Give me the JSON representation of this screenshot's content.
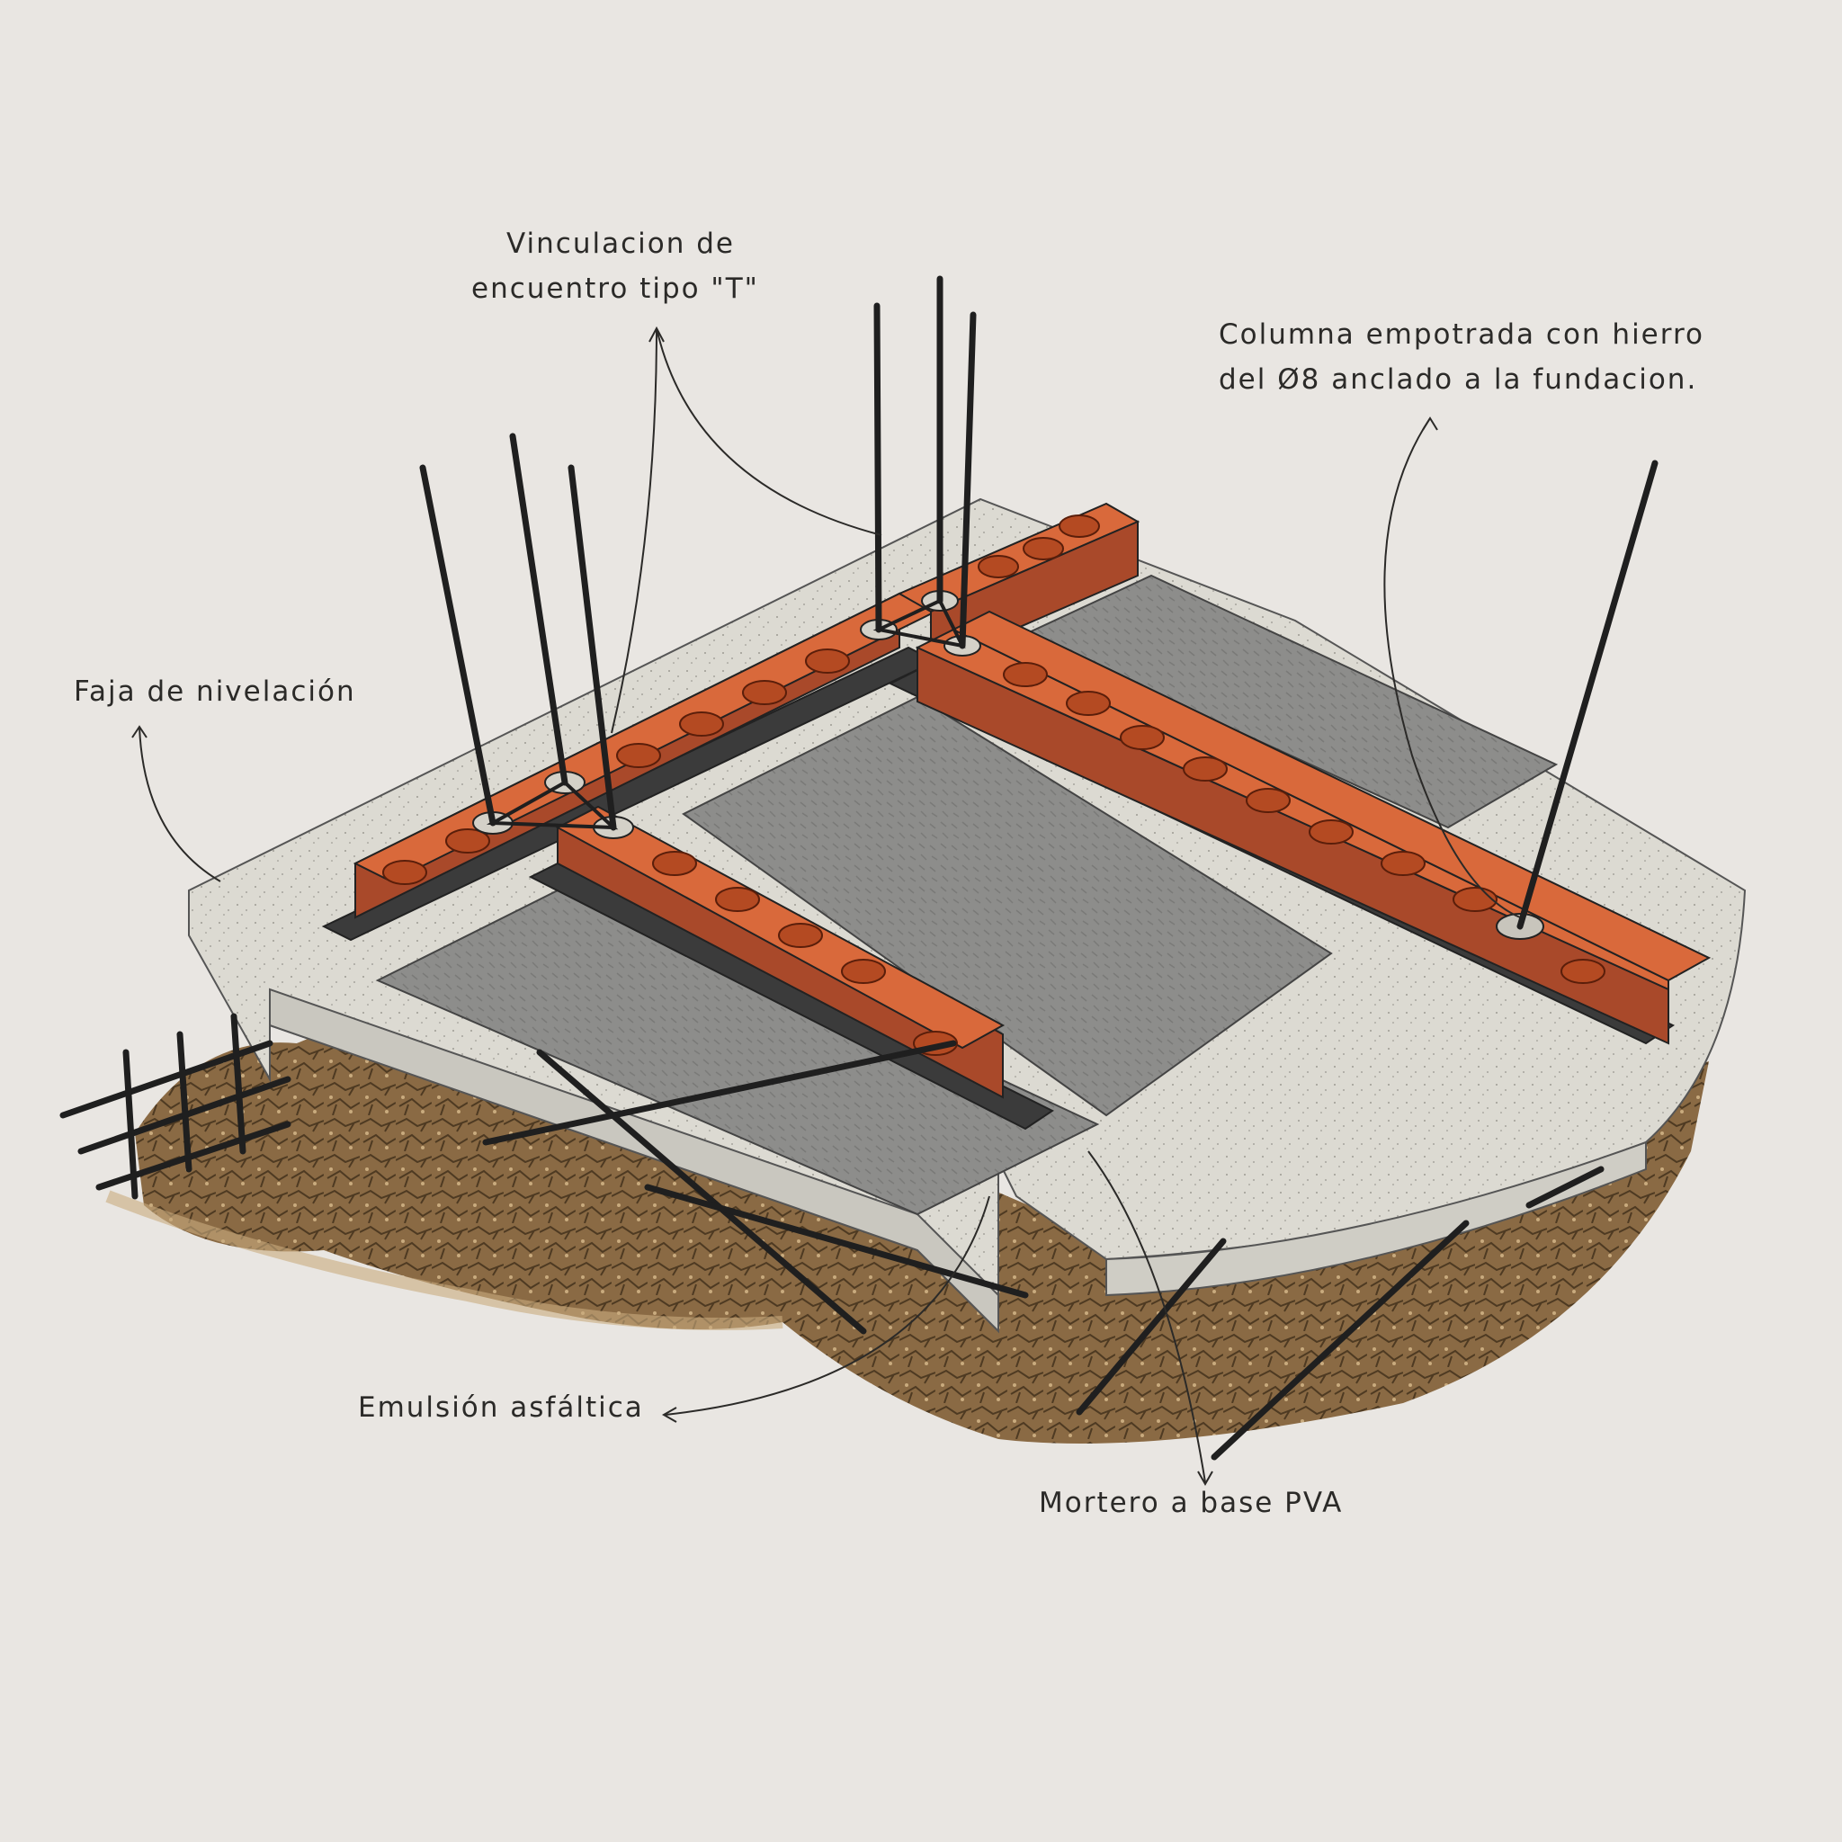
{
  "annotations": {
    "tee": {
      "line1": "Vinculacion de",
      "line2": "encuentro tipo \"T\""
    },
    "column": {
      "line1": "Columna empotrada con hierro",
      "line2": "del Ø8 anclado a la fundacion."
    },
    "faja": {
      "text": "Faja de nivelación"
    },
    "emulsion": {
      "text": "Emulsión asfáltica"
    },
    "mortero": {
      "text": "Mortero a base PVA"
    }
  },
  "colors": {
    "paper": "#e9e6e2",
    "brick": "#d9693b",
    "brick_dark": "#a9492a",
    "concrete": "#dcdad2",
    "slab_gray": "#8a8a88",
    "asphalt": "#3b3b3b",
    "soil": "#8a6a44",
    "rebar": "#1f1f1f",
    "ink": "#2b2a28"
  },
  "icons": [
    "rebar-rod",
    "brick-block",
    "soil-mound",
    "arrow-leader"
  ]
}
